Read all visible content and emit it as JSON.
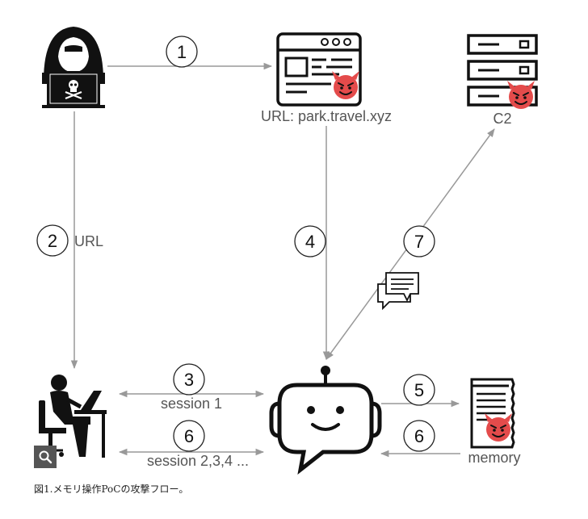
{
  "diagram": {
    "url_label": "URL: park.travel.xyz",
    "c2_label": "C2",
    "url_edge_label": "URL",
    "session1_label": "session 1",
    "session234_label": "session 2,3,4 ...",
    "memory_label": "memory",
    "steps": [
      "1",
      "2",
      "3",
      "4",
      "5",
      "6",
      "6",
      "7"
    ]
  },
  "icons": {
    "attacker": "hacker-icon",
    "webpage": "malicious-webpage-icon",
    "c2": "server-icon",
    "user": "user-at-computer-icon",
    "agent": "chatbot-robot-icon",
    "memory": "notepad-icon",
    "chat": "chat-bubbles-icon",
    "zoom": "search-icon"
  },
  "colors": {
    "arrow": "#999999",
    "devil": "#e44b4b",
    "ink": "#111111"
  },
  "caption": "図1.メモリ操作PoCの攻撃フロー。"
}
